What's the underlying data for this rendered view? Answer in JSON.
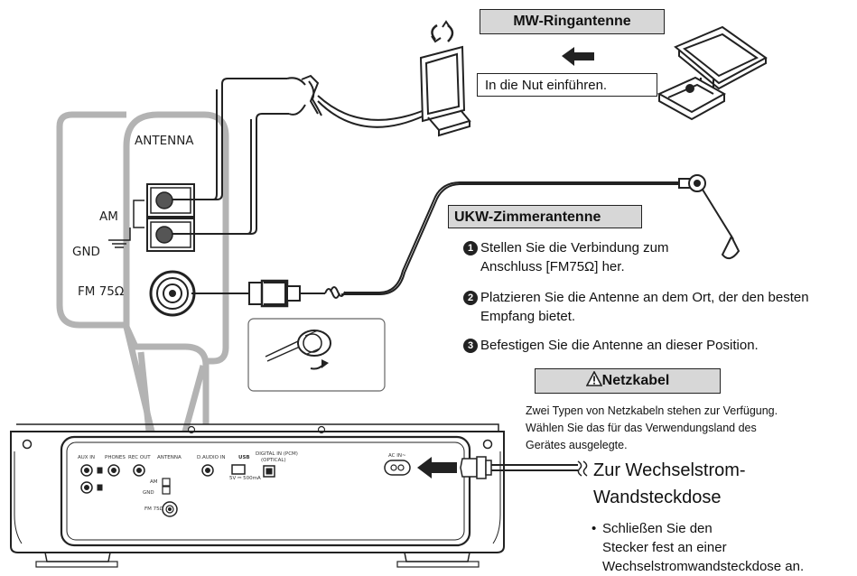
{
  "mw": {
    "title": "MW-Ringantenne",
    "instruction": "In die Nut einführen."
  },
  "ukw": {
    "title": "UKW-Zimmerantenne",
    "steps": [
      {
        "num": "1",
        "line1": "Stellen Sie die Verbindung zum",
        "line2": "Anschluss [FM75Ω] her."
      },
      {
        "num": "2",
        "line1": "Platzieren Sie die Antenne an dem Ort, der den besten",
        "line2": "Empfang bietet."
      },
      {
        "num": "3",
        "line1": "Befestigen Sie die Antenne an dieser Position."
      }
    ]
  },
  "power": {
    "title": "Netzkabel",
    "desc_lines": [
      "Zwei Typen von Netzkabeln stehen zur Verfügung.",
      "Wählen Sie das für das Verwendungsland des",
      "Gerätes ausgelegte."
    ],
    "outlet_lines": [
      "Zur Wechselstrom-",
      "Wandsteckdose"
    ],
    "note_lines": [
      "Schließen Sie den",
      "Stecker fest an einer",
      "Wechselstromwandsteckdose an."
    ]
  },
  "panel": {
    "antenna": "ANTENNA",
    "am": "AM",
    "gnd": "GND",
    "fm": "FM 75Ω"
  },
  "rear": {
    "aux_in": "AUX IN",
    "phones": "PHONES",
    "rec_out": "REC OUT",
    "antenna": "ANTENNA",
    "d_audio_in": "D.AUDIO IN",
    "usb": "USB",
    "usb_rating": "5V ⎓ 500mA",
    "digital_in": "DIGITAL IN (PCM)",
    "optical": "(OPTICAL)",
    "ac_in": "AC IN~",
    "am": "AM",
    "gnd": "GND",
    "fm": "FM 75Ω"
  },
  "colors": {
    "header_bg": "#d7d7d7",
    "panel_gray": "#b3b3b3",
    "line": "#222222"
  },
  "icons": [
    "rotate-arrows-icon",
    "left-arrow-icon",
    "warning-triangle-icon",
    "twist-arrow-icon",
    "insert-arrow-icon"
  ]
}
